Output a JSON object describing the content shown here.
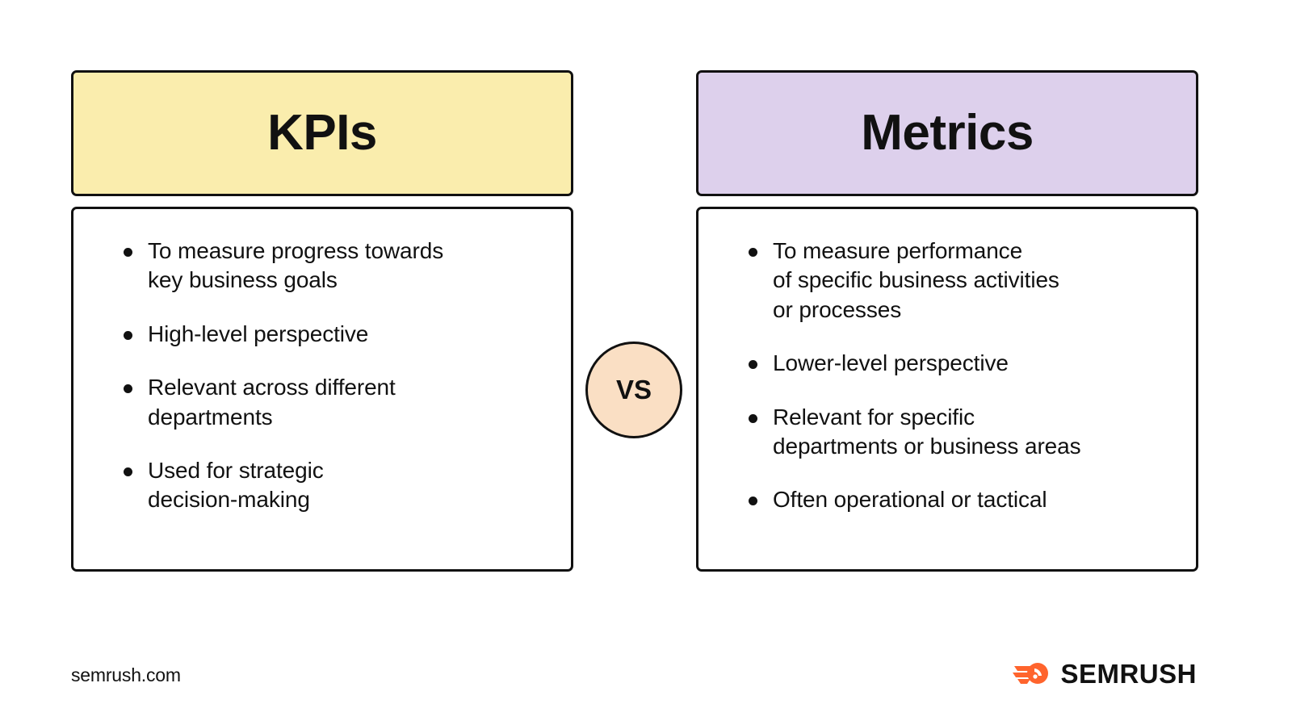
{
  "page": {
    "background_color": "#ffffff",
    "text_color": "#111111"
  },
  "comparison": {
    "separator_label": "VS",
    "separator_color": "#FADFC4",
    "columns": [
      {
        "title": "KPIs",
        "header_color": "#FAEDAD",
        "bullets": [
          "To measure progress towards\nkey business goals",
          "High-level perspective",
          "Relevant across different\ndepartments",
          "Used for strategic\ndecision-making"
        ]
      },
      {
        "title": "Metrics",
        "header_color": "#DDD0EC",
        "bullets": [
          "To measure performance\nof specific business activities\nor processes",
          "Lower-level perspective",
          "Relevant for specific\ndepartments or business areas",
          "Often operational or tactical"
        ]
      }
    ]
  },
  "footer": {
    "domain": "semrush.com",
    "brand_name": "SEMRUSH",
    "brand_color": "#FF642D"
  }
}
